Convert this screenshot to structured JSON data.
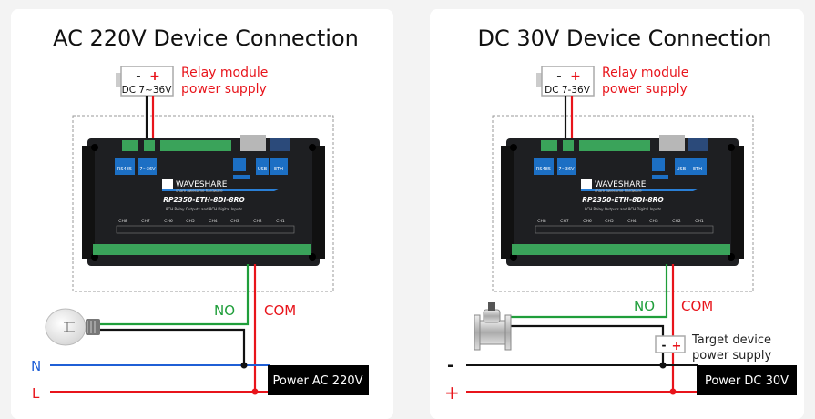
{
  "colors": {
    "red": "#e8141b",
    "green": "#1f9e3a",
    "blue": "#1f5fd6",
    "black": "#111111"
  },
  "board": {
    "brand": "WAVESHARE",
    "tagline": "share awesome hardware",
    "model": "RP2350-ETH-8DI-8RO",
    "description": "8CH Relay Outputs and 8CH Digital Inputs",
    "ports": [
      "RS485",
      "7~36V",
      "USB",
      "ETH"
    ],
    "channels": [
      "CH8",
      "CH7",
      "CH6",
      "CH5",
      "CH4",
      "CH3",
      "CH2",
      "CH1"
    ]
  },
  "panels": [
    {
      "title": "AC 220V Device Connection",
      "supply": {
        "minus": "-",
        "plus": "+",
        "voltage": "DC 7~36V",
        "label_line1": "Relay module",
        "label_line2": "power supply"
      },
      "no_label": "NO",
      "com_label": "COM",
      "load_icon": "light-bulb-icon",
      "line_top": "N",
      "line_bottom": "L",
      "power_label": "Power AC 220V"
    },
    {
      "title": "DC 30V Device Connection",
      "supply": {
        "minus": "-",
        "plus": "+",
        "voltage": "DC 7-36V",
        "label_line1": "Relay module",
        "label_line2": "power supply"
      },
      "no_label": "NO",
      "com_label": "COM",
      "load_icon": "solenoid-valve-icon",
      "target": {
        "minus": "-",
        "plus": "+",
        "label_line1": "Target device",
        "label_line2": "power supply"
      },
      "line_top": "-",
      "line_bottom": "+",
      "power_label": "Power DC 30V"
    }
  ]
}
